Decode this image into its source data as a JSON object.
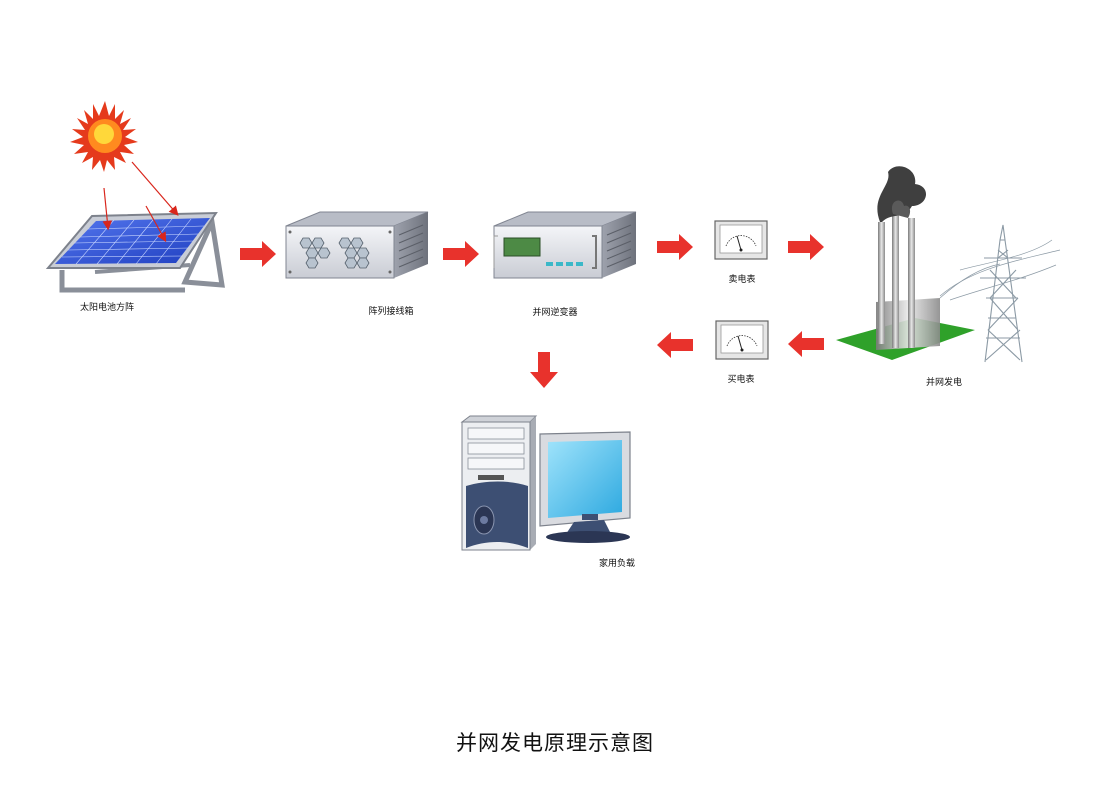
{
  "labels": {
    "solar_array": "太阳电池方阵",
    "combiner_box": "阵列接线箱",
    "inverter": "并网逆变器",
    "sell_meter": "卖电表",
    "buy_meter": "买电表",
    "grid": "并网发电",
    "home_load": "家用负载"
  },
  "title": "并网发电原理示意图",
  "colors": {
    "arrow": "#e8322c",
    "sun_outer": "#e53a1c",
    "sun_inner": "#ffd83a",
    "panel_cell": "#2f55d9",
    "device_body": "#e9eaee",
    "grass": "#2fa12a",
    "monitor_screen": "#5cc8f0"
  },
  "icons": [
    "sun-icon",
    "solar-panel-icon",
    "combiner-box-icon",
    "inverter-icon",
    "meter-icon",
    "power-plant-icon",
    "transmission-tower-icon",
    "computer-icon"
  ]
}
